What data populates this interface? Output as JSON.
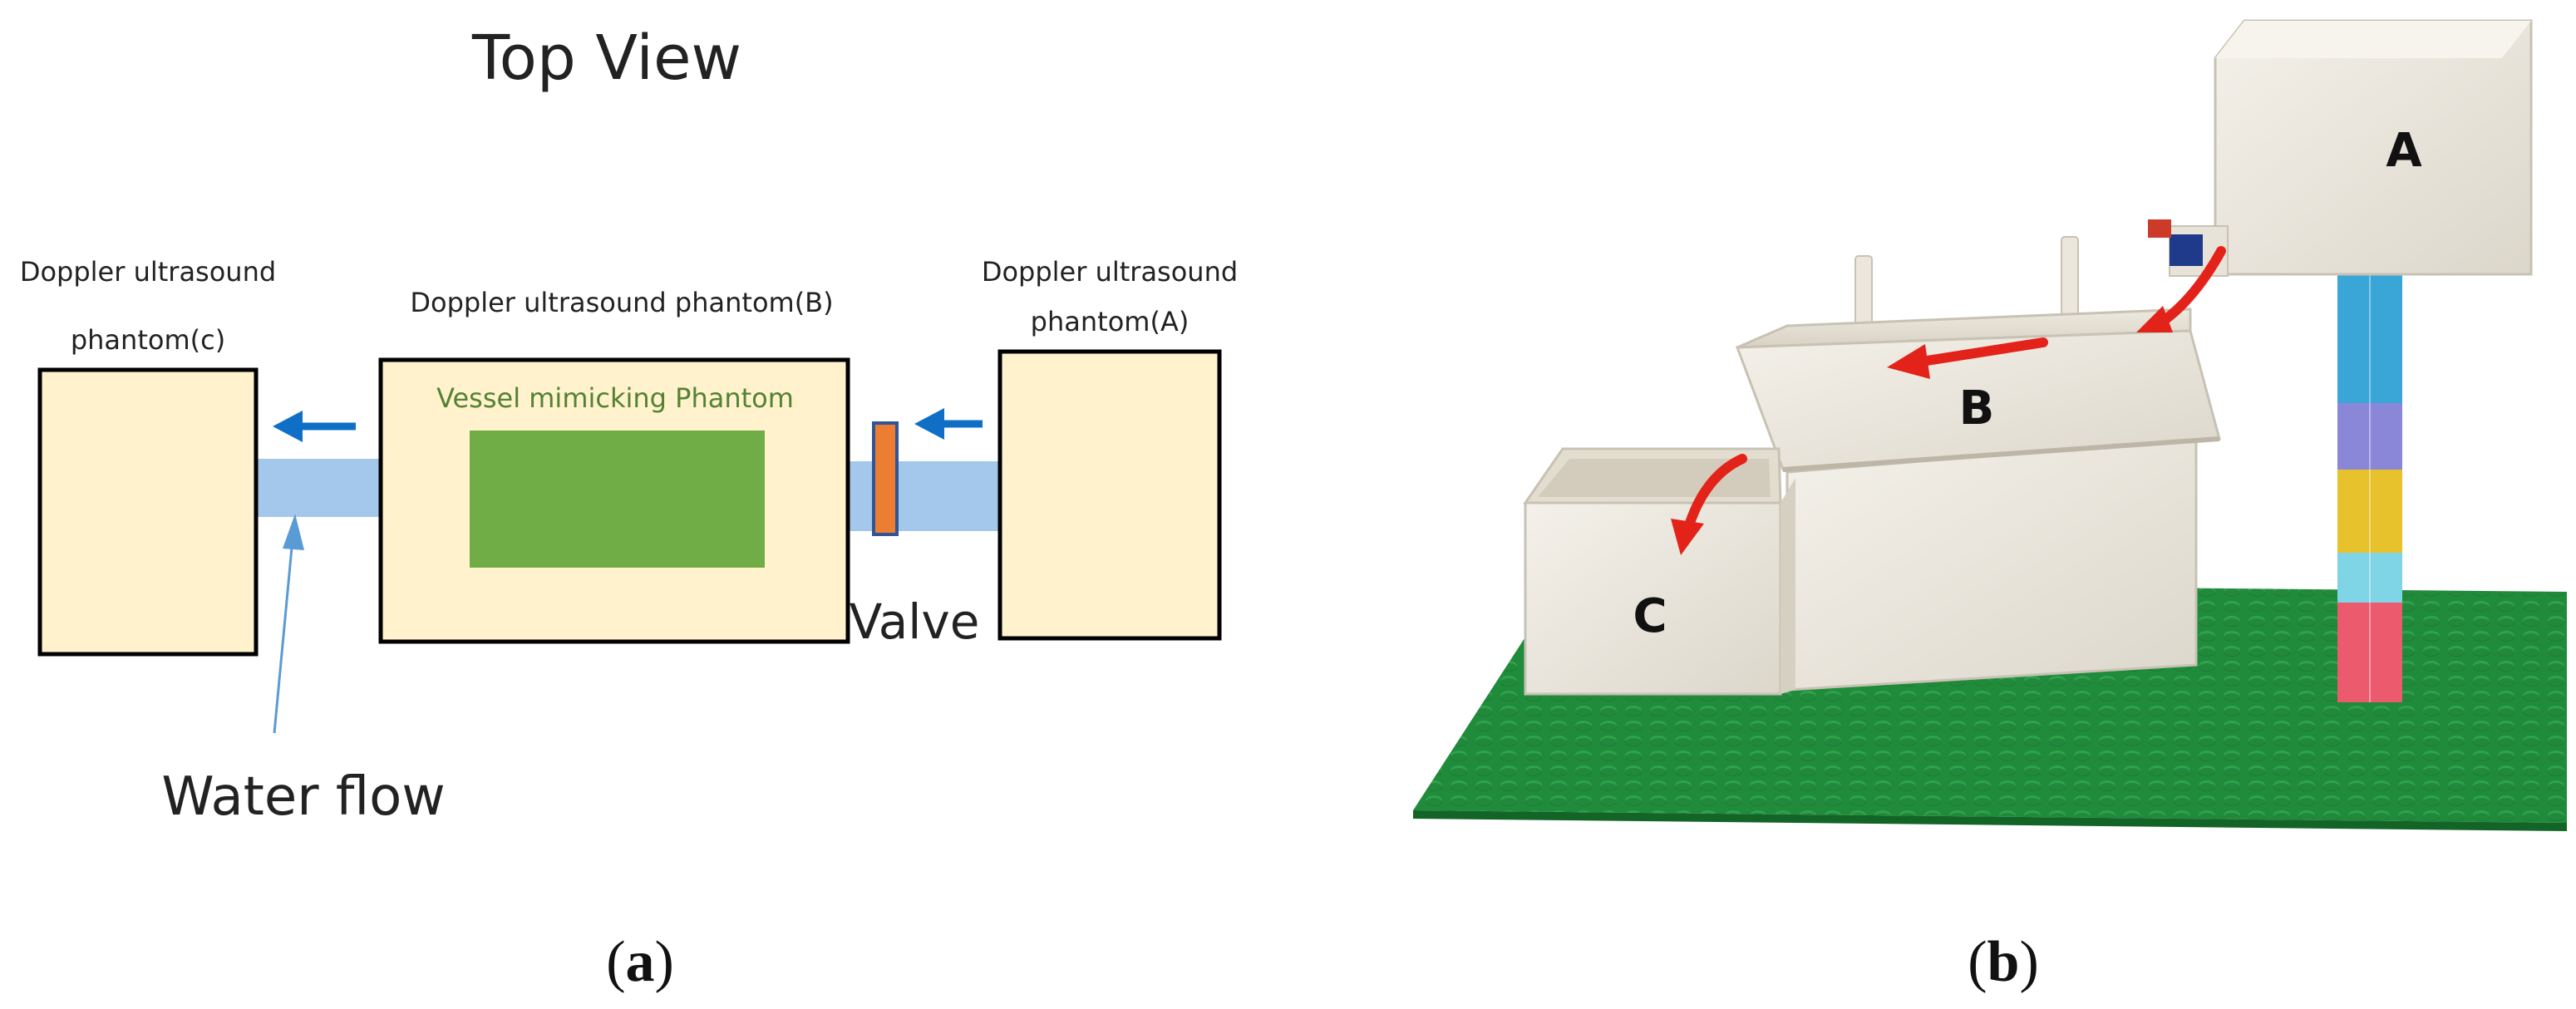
{
  "panel_a": {
    "title": "Top View",
    "phantom_c_label_line1": "Doppler ultrasound",
    "phantom_c_label_line2": "phantom(c)",
    "phantom_b_label": "Doppler ultrasound phantom(B)",
    "vessel_label": "Vessel mimicking Phantom",
    "phantom_a_label_line1": "Doppler ultrasound",
    "phantom_a_label_line2": "phantom(A)",
    "valve_label": "Valve",
    "water_flow_label": "Water flow",
    "caption_open": "(",
    "caption_letter": "a",
    "caption_close": ")"
  },
  "panel_b": {
    "label_a": "A",
    "label_b": "B",
    "label_c": "C",
    "caption_open": "(",
    "caption_letter": "b",
    "caption_close": ")"
  },
  "colors": {
    "phantom_fill": "#FFF2CC",
    "vessel_fill": "#70AD47",
    "vessel_label": "#548235",
    "pipe_fill": "#A4C8EC",
    "valve_fill": "#ED7D31",
    "valve_border": "#2F5597",
    "flow_arrow": "#0F6FC6",
    "pointer_line": "#5B9BD5",
    "red_arrow": "#E32219",
    "lego_green": "#1E8A3A"
  }
}
